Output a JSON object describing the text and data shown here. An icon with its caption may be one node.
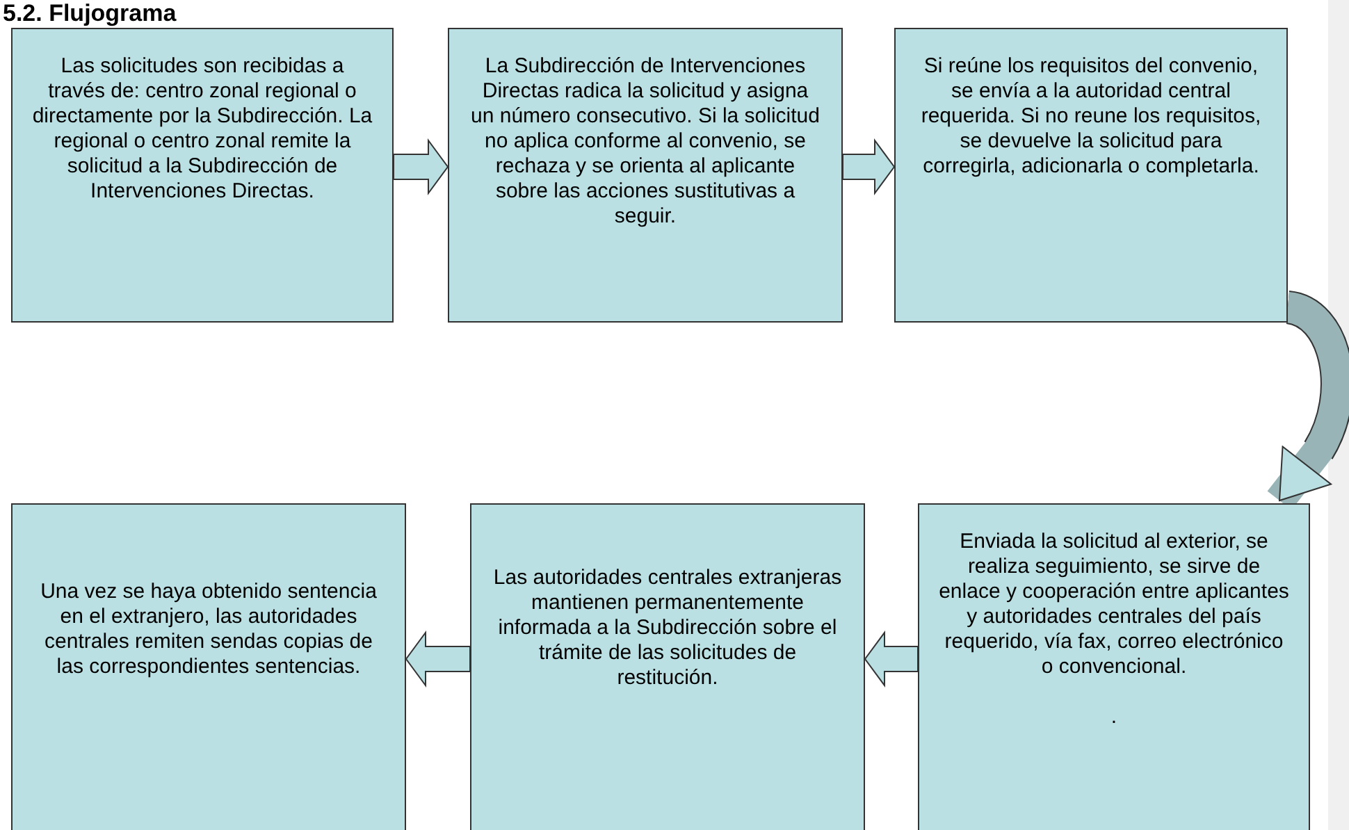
{
  "diagram": {
    "title": "5.2. Flujograma",
    "nodes": [
      {
        "text": [
          "Las solicitudes son recibidas a través de: centro zonal regional o directamente por la Subdirección. La regional o centro zonal remite la solicitud a la Subdirección de Intervenciones Directas."
        ]
      },
      {
        "text": [
          "La Subdirección de Intervenciones Directas radica la solicitud y asigna un número consecutivo. Si la solicitud no aplica conforme al convenio, se rechaza y se orienta al aplicante sobre las acciones sustitutivas a seguir."
        ]
      },
      {
        "text": [
          "Si reúne los requisitos del convenio, se envía a la autoridad central requerida. Si no reune los requisitos, se devuelve la solicitud para corregirla, adicionarla o completarla."
        ]
      },
      {
        "text": [
          "Una vez se haya obtenido sentencia en el extranjero, las autoridades centrales remiten sendas copias de las correspondientes sentencias."
        ]
      },
      {
        "text": [
          "Las autoridades centrales extranjeras mantienen permanentemente informada a la Subdirección sobre el trámite de las solicitudes de restitución."
        ]
      },
      {
        "text": [
          "Enviada la solicitud al exterior, se realiza seguimiento, se sirve de enlace y cooperación entre aplicantes y autoridades centrales del país requerido, vía fax, correo electrónico o convencional.",
          "."
        ]
      }
    ],
    "edges": [
      {
        "from": 0,
        "to": 1,
        "arrow": "to"
      },
      {
        "from": 1,
        "to": 2,
        "arrow": "to"
      },
      {
        "from": 2,
        "to": 5,
        "arrow": "to"
      },
      {
        "from": 5,
        "to": 4,
        "arrow": "to"
      },
      {
        "from": 4,
        "to": 3,
        "arrow": "to"
      }
    ]
  }
}
